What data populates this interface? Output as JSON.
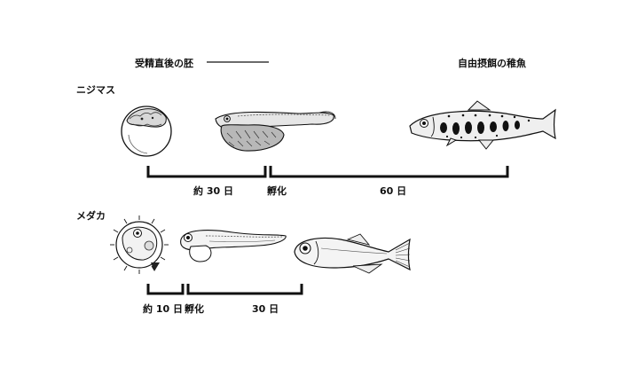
{
  "header": {
    "embryo_label": "受精直後の胚",
    "fry_label": "自由摂餌の稚魚"
  },
  "trout": {
    "species": "ニジマス",
    "stage1_duration": "約 30 日",
    "hatch_label": "孵化",
    "stage2_duration": "60 日"
  },
  "medaka": {
    "species": "メダカ",
    "stage1_duration": "約 10 日",
    "hatch_label": "孵化",
    "stage2_duration": "30 日"
  },
  "colors": {
    "ink": "#111111",
    "paper": "#ffffff"
  }
}
